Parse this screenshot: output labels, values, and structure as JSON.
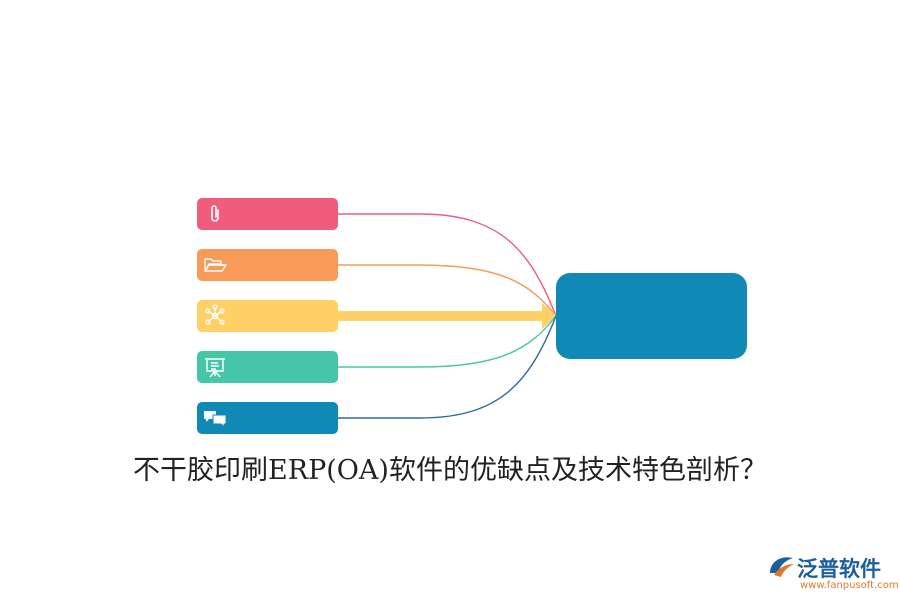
{
  "caption": "不干胶印刷ERP(OA)软件的优缺点及技术特色剖析？",
  "brand": {
    "name": "泛普软件",
    "url": "www.fanpusoft.com"
  },
  "nodes": [
    {
      "id": "node-1",
      "icon": "paperclip-icon",
      "color": "#f05c7c",
      "line_color": "#f05c7c"
    },
    {
      "id": "node-2",
      "icon": "folder-open-icon",
      "color": "#f89a58",
      "line_color": "#f89a58"
    },
    {
      "id": "node-3",
      "icon": "network-icon",
      "color": "#ffd066",
      "line_color": "#ffd066"
    },
    {
      "id": "node-4",
      "icon": "presentation-icon",
      "color": "#46c6a8",
      "line_color": "#46c6a8"
    },
    {
      "id": "node-5",
      "icon": "chat-icon",
      "color": "#1189b6",
      "line_color": "#2a6aa6"
    }
  ],
  "hub": {
    "color": "#1189b6"
  },
  "brand_colors": {
    "primary": "#1c5f9e",
    "accent": "#e0782b"
  }
}
